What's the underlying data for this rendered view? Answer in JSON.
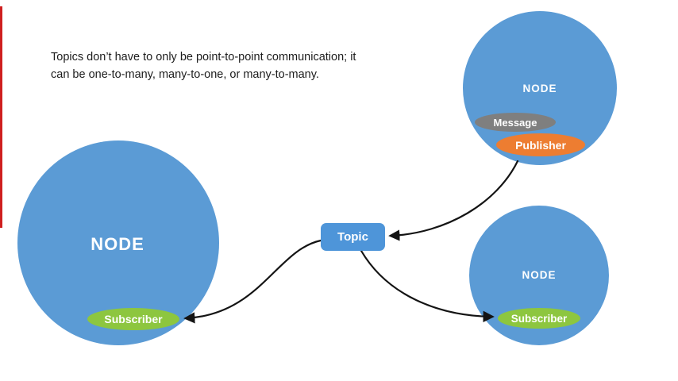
{
  "caption": {
    "line1": "Topics don’t have to only be point-to-point communication; it",
    "line2": "can be one-to-many, many-to-one, or many-to-many."
  },
  "topic_box": {
    "label": "Topic"
  },
  "nodes": {
    "left": {
      "label": "NODE",
      "subscriber": "Subscriber"
    },
    "top_right": {
      "label": "NODE",
      "message": "Message",
      "publisher": "Publisher"
    },
    "bottom_right": {
      "label": "NODE",
      "subscriber": "Subscriber"
    }
  },
  "arrows": [
    {
      "name": "publisher-to-topic",
      "from": "top-right publisher",
      "to": "topic"
    },
    {
      "name": "topic-to-left-subscriber",
      "from": "topic",
      "to": "left subscriber"
    },
    {
      "name": "topic-to-bottom-right-subscriber",
      "from": "topic",
      "to": "bottom-right subscriber"
    }
  ],
  "colors": {
    "background": "#ffffff",
    "node_fill": "#5b9bd5",
    "topic_fill": "#4e95d9",
    "subscriber_fill": "#8dc63f",
    "publisher_fill": "#ed7d31",
    "message_fill": "#7f7f7f",
    "arrow": "#141414",
    "accent_line": "#cf1f1f",
    "node_text": "#ffffff",
    "caption_text": "#1d1d1d"
  }
}
